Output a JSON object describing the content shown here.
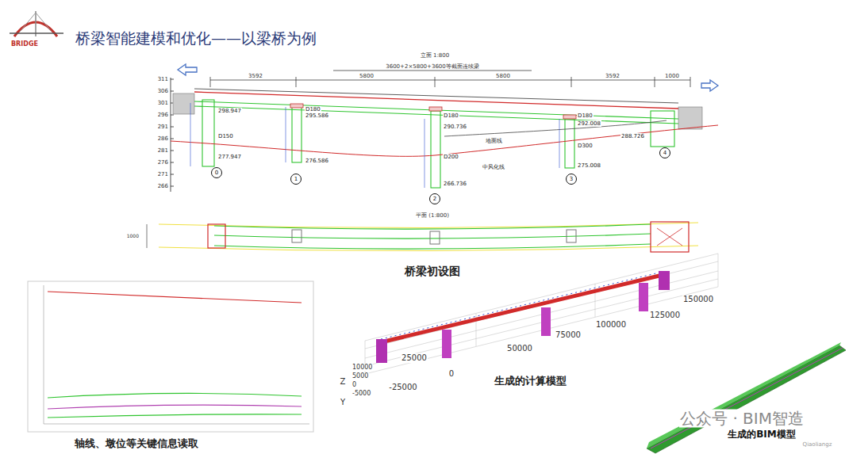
{
  "diagram": {
    "title": "桥梁智能建模和优化——以梁桥为例",
    "nodes": [
      {
        "text": [
          "0"
        ]
      },
      {
        "text": [
          "1"
        ]
      },
      {
        "text": [
          "2"
        ]
      },
      {
        "text": [
          "3"
        ]
      },
      {
        "text": [
          "4"
        ]
      }
    ],
    "edges": [],
    "labels": [
      "BRIDGE",
      "立面 1:800",
      "3600+2×5800+3600等截面连续梁",
      "3592",
      "5800",
      "5800",
      "3592",
      "1000",
      "311",
      "306",
      "301",
      "296",
      "291",
      "286",
      "281",
      "276",
      "271",
      "266",
      "298.947",
      "295.586",
      "290.736",
      "292.008",
      "288.726",
      "277.947",
      "276.586",
      "266.736",
      "275.008",
      "D150",
      "D180",
      "D180",
      "D200",
      "D180",
      "D300",
      "地面线",
      "中风化线",
      "平面 (1:800)",
      "1000",
      "桥梁初设图",
      "轴线、墩位等关键信息读取",
      "150000",
      "125000",
      "100000",
      "75000",
      "50000",
      "25000",
      "0",
      "-25000",
      "Z",
      "Y",
      "10000",
      "5000",
      "0",
      "-5000",
      "生成的计算模型",
      "生成的BIM模型",
      "公众号 · BIM智造",
      "Qiaoliangz"
    ]
  }
}
